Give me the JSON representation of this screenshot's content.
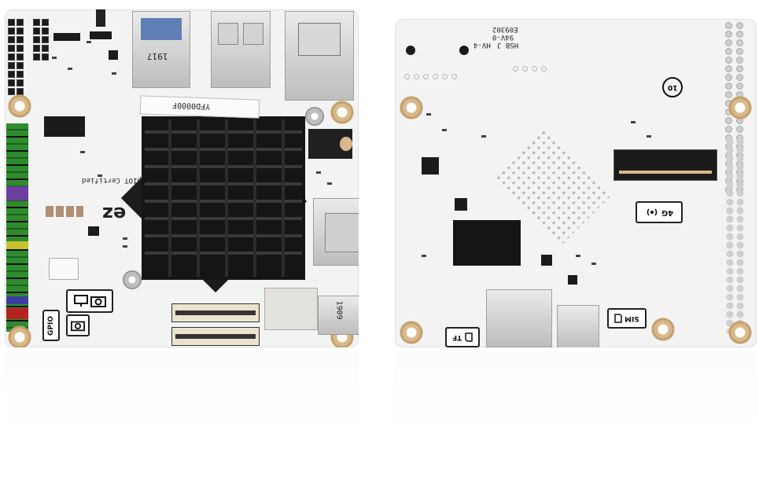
{
  "front_board": {
    "heatsink_sticker": "YFD0000F",
    "usb_id": "1917",
    "silk_brand": "ez",
    "silk_certified": "LeapIOT Certified",
    "gpio_label": "GPIO",
    "wifi_module_id": "1909",
    "icons": [
      "display-icon",
      "camera-icon",
      "camera-icon"
    ]
  },
  "back_board": {
    "tf_label": "TF",
    "sim_label": "SIM",
    "badge_4g": "4G",
    "silk_lines": [
      "E09302",
      "94V-0",
      "HSB J",
      "HV-4"
    ],
    "ten_year_badge": "10",
    "icons": [
      "signal-icon",
      "sim-card-icon",
      "tf-card-icon"
    ]
  },
  "colors": {
    "board": "#f3f3f3",
    "heatsink": "#151515",
    "mount_ring": "#c4a06a",
    "header_green": "#2e8b2e",
    "header_purple": "#6b3fa0"
  }
}
